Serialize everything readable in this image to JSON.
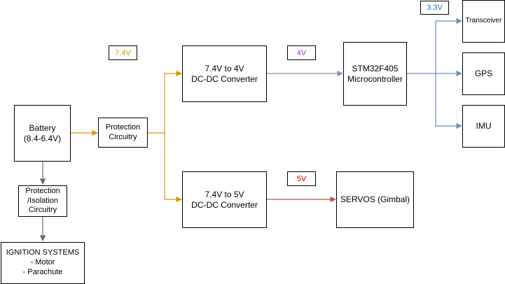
{
  "blocks": {
    "battery": "Battery\n(8.4-6.4V)",
    "protection": "Protection\nCircuitry",
    "protection_isolation": "Protection\n/Isolation\nCircuitry",
    "ignition": "IGNITION SYSTEMS\n- Motor\n- Parachute",
    "converter_4v": "7.4V to 4V\nDC-DC Converter",
    "converter_5v": "7.4V to 5V\nDC-DC Converter",
    "mcu": "STM32F405\nMicrocontroller",
    "servos": "SERVOS (Gimbal)",
    "transceiver": "Transceiver",
    "gps": "GPS",
    "imu": "IMU"
  },
  "labels": {
    "v74": "7.4V",
    "v4": "4V",
    "v5": "5V",
    "v33": "3.3V"
  },
  "colors": {
    "gray": "#666666",
    "yellow": "#d79b00",
    "purple": "#9933cc",
    "red": "#cc0000",
    "blue": "#6c8ebf",
    "blue_text": "#1a73c8",
    "red_line": "#b85450"
  }
}
